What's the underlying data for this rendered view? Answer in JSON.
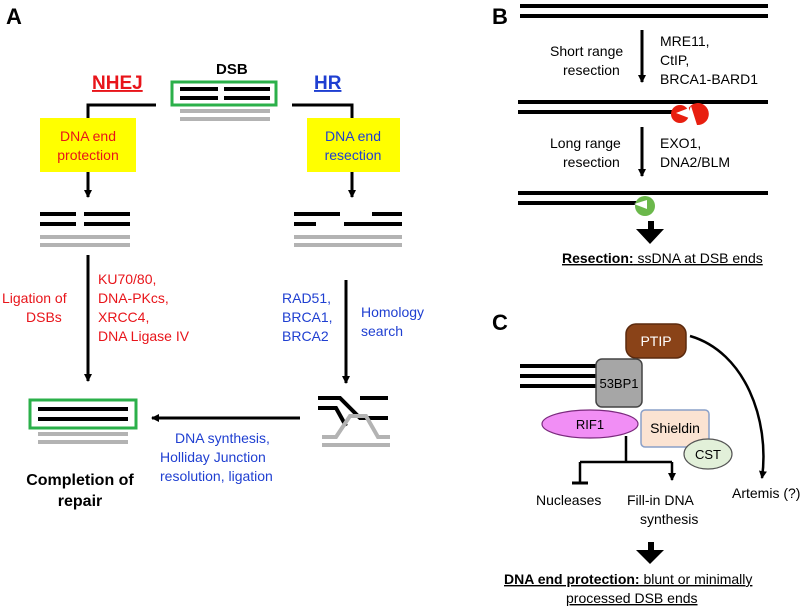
{
  "panel_a": {
    "label": "A",
    "dsb": "DSB",
    "nhej": "NHEJ",
    "hr": "HR",
    "nhej_box": [
      "DNA end",
      "protection"
    ],
    "hr_box": [
      "DNA end",
      "resection"
    ],
    "ligation_left": [
      "Ligation of",
      "DSBs"
    ],
    "ligation_factors": [
      "KU70/80,",
      "DNA-PKcs,",
      "XRCC4,",
      "DNA Ligase IV"
    ],
    "hr_factors": [
      "RAD51,",
      "BRCA1,",
      "BRCA2"
    ],
    "homology": [
      "Homology",
      "search"
    ],
    "synthesis": [
      "DNA synthesis,",
      "Holliday Junction",
      "resolution, ligation"
    ],
    "completion": [
      "Completion of",
      "repair"
    ]
  },
  "panel_b": {
    "label": "B",
    "short_range": [
      "Short range",
      "resection"
    ],
    "short_factors": [
      "MRE11,",
      "CtIP,",
      "BRCA1-BARD1"
    ],
    "long_range": [
      "Long range",
      "resection"
    ],
    "long_factors": [
      "EXO1,",
      "DNA2/BLM"
    ],
    "result_bold": "Resection:",
    "result_rest": " ssDNA at DSB ends"
  },
  "panel_c": {
    "label": "C",
    "ptip": "PTIP",
    "p53bp1": "53BP1",
    "rif1": "RIF1",
    "shieldin": "Shieldin",
    "cst": "CST",
    "nucleases": "Nucleases",
    "fill_in": [
      "Fill-in DNA",
      "synthesis"
    ],
    "artemis": "Artemis (?)",
    "result_bold": "DNA end protection:",
    "result_rest": " blunt or minimally",
    "result_line2": "processed DSB ends"
  },
  "colors": {
    "nhej_red": "#e8141a",
    "hr_blue": "#1f3fd1",
    "box_yellow": "#ffff00",
    "box_green": "#2bb04a",
    "dna_gray": "#b3b3b3",
    "mre11_red": "#e81f10",
    "exo1_green": "#6bb84b",
    "ptip_brown": "#8a4318",
    "bp1_gray": "#a6a6a6",
    "rif1_pink": "#f18ef5",
    "shieldin_peach": "#fbe3d2",
    "cst_green": "#e2f0d9"
  }
}
